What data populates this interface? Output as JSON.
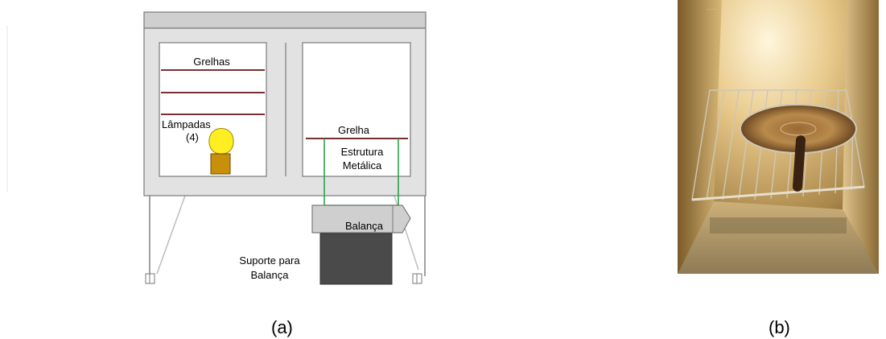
{
  "diagram": {
    "labels": {
      "grelhas": "Grelhas",
      "lampadas_line1": "Lâmpadas",
      "lampadas_line2": "(4)",
      "grelha": "Grelha",
      "estrutura_line1": "Estrutura",
      "estrutura_line2": "Metálica",
      "balanca": "Balança",
      "suporte_line1": "Suporte para",
      "suporte_line2": "Balança"
    },
    "colors": {
      "cabinet": "#e2e2e2",
      "cabinet_top": "#cfcfcf",
      "shelf": "#7a3030",
      "frame": "#2aa14a",
      "bulb": "#ffee22",
      "lamp_base": "#c8900a",
      "scale": "#cfcfcf",
      "scale_support": "#4a4a4a"
    }
  },
  "photo": {
    "description_icon": "oven-interior-photo"
  },
  "captions": {
    "a": "(a)",
    "b": "(b)"
  }
}
